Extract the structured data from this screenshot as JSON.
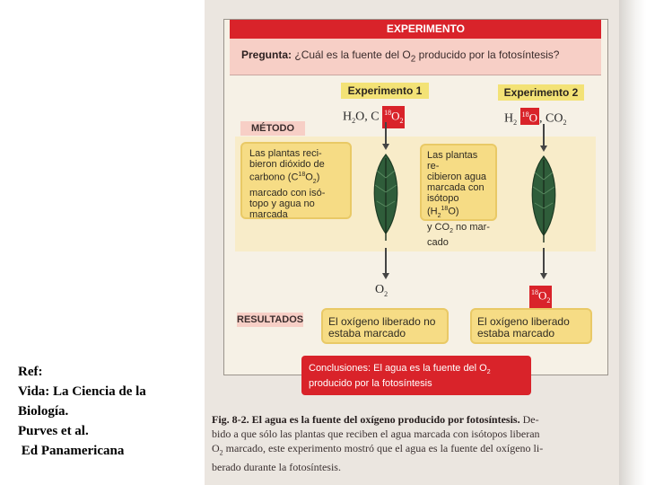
{
  "reference": {
    "lines": [
      "Ref:",
      "Vida: La Ciencia de la",
      "Biología.",
      "Purves et al.",
      " Ed Panamericana"
    ]
  },
  "figure": {
    "header": "EXPERIMENTO",
    "question": {
      "label": "Pregunta:",
      "text_before": "¿Cuál es la fuente del O",
      "sub": "2",
      "text_after": " producido por la fotosíntesis?"
    },
    "experiment1": {
      "label": "Experimento 1",
      "reactants_prefix": "H",
      "reactants_mid": "O, C",
      "isotope_mass": "18",
      "isotope_element": "O",
      "isotope_sub": "2",
      "product": "O",
      "product_sub": "2",
      "method_text": [
        "Las plantas reci-",
        "bieron dióxido de",
        "carbono (C",
        "18",
        "O",
        "2",
        ")",
        "marcado con isó-",
        "topo y agua no",
        "marcada"
      ],
      "result_text": "El oxígeno liberado no estaba marcado"
    },
    "experiment2": {
      "label": "Experimento 2",
      "reactant_prefix": "H",
      "reactant_sub": "2",
      "isotope_mass": "18",
      "isotope_element": "O",
      "reactant_suffix": ", CO",
      "reactant_suffix_sub": "2",
      "product_mass": "18",
      "product_element": "O",
      "product_sub": "2",
      "method_text": [
        "Las plantas re-",
        "cibieron agua",
        "marcada con",
        "isótopo (H",
        "2",
        "18",
        "O)",
        "y CO",
        "2",
        " no mar-",
        "cado"
      ],
      "result_text": "El oxígeno liberado estaba marcado"
    },
    "method_label": "MÉTODO",
    "results_label": "RESULTADOS",
    "conclusion": {
      "line1_before": "Conclusiones: El agua es la fuente del O",
      "line1_sub": "2",
      "line2": "producido por la fotosíntesis"
    },
    "caption": {
      "bold": "Fig. 8-2. El agua es la fuente del oxígeno producido por fotosíntesis.",
      "line_a": " De-",
      "line_b": "bido a que sólo las plantas que reciben el agua marcada con isótopos liberan",
      "line_c_before": "O",
      "line_c_sub": "2",
      "line_c_after": " marcado, este experimento mostró que el agua es la fuente del oxígeno li-",
      "line_d": "berado durante la fotosíntesis."
    },
    "colors": {
      "red": "#d9232a",
      "pink": "#f7cfc6",
      "yellow": "#f6dc85",
      "label_yellow": "#f3e276",
      "leaf_green": "#2f5d3a"
    }
  }
}
